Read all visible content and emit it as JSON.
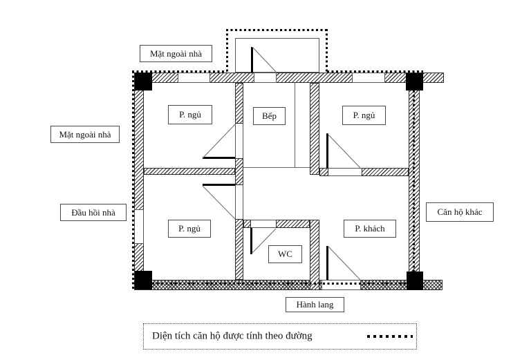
{
  "diagram": {
    "exterior_labels": {
      "facade_top": "Mặt ngoài nhà",
      "facade_left": "Mặt ngoài nhà",
      "gable_end": "Đầu hồi nhà",
      "adjacent_apartment": "Căn hộ khác",
      "corridor": "Hành lang"
    },
    "room_labels": {
      "bedroom_top_left": "P. ngủ",
      "bedroom_top_right": "P. ngủ",
      "bedroom_bottom_left": "P. ngủ",
      "kitchen": "Bếp",
      "living_room": "P. khách",
      "wc": "WC"
    },
    "legend": {
      "text": "Diện tích căn hộ được tính theo đường",
      "symbol": "dotted-boundary-line"
    },
    "colors": {
      "ink": "#000000",
      "background": "#ffffff"
    }
  }
}
